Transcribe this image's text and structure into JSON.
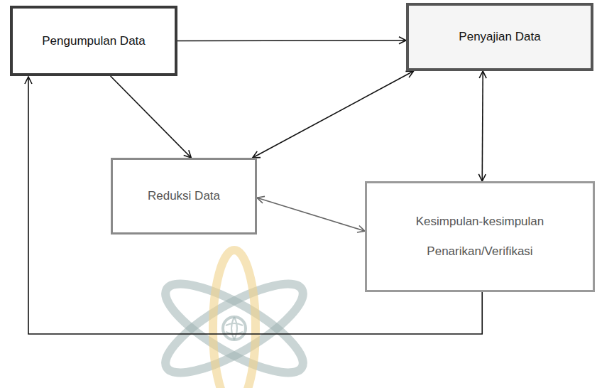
{
  "diagram": {
    "nodes": [
      {
        "text": [
          "Pengumpulan Data"
        ]
      },
      {
        "text": [
          "Penyajian Data"
        ]
      },
      {
        "text": [
          "Reduksi Data"
        ]
      },
      {
        "text": [
          "Kesimpulan-kesimpulan Penarikan/Verifikasi"
        ]
      }
    ],
    "edges": [
      {
        "from": 0,
        "to": 1,
        "arrow": "to"
      },
      {
        "from": 0,
        "to": 2,
        "arrow": "to"
      },
      {
        "from": 1,
        "to": 2,
        "arrow": "both"
      },
      {
        "from": 1,
        "to": 3,
        "arrow": "both"
      },
      {
        "from": 2,
        "to": 3,
        "arrow": "both"
      },
      {
        "from": 3,
        "to": 0,
        "arrow": "to"
      }
    ]
  }
}
